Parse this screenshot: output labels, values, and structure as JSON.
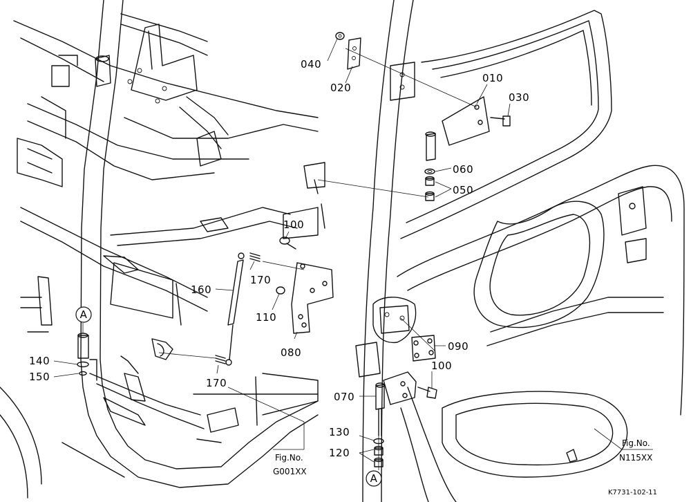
{
  "parts": [
    {
      "id": "p010",
      "label": "010"
    },
    {
      "id": "p020",
      "label": "020"
    },
    {
      "id": "p030",
      "label": "030"
    },
    {
      "id": "p040",
      "label": "040"
    },
    {
      "id": "p050",
      "label": "050"
    },
    {
      "id": "p060",
      "label": "060"
    },
    {
      "id": "p070",
      "label": "070"
    },
    {
      "id": "p080",
      "label": "080"
    },
    {
      "id": "p090",
      "label": "090"
    },
    {
      "id": "p100a",
      "label": "100"
    },
    {
      "id": "p100b",
      "label": "100"
    },
    {
      "id": "p110",
      "label": "110"
    },
    {
      "id": "p120",
      "label": "120"
    },
    {
      "id": "p130",
      "label": "130"
    },
    {
      "id": "p140",
      "label": "140"
    },
    {
      "id": "p150",
      "label": "150"
    },
    {
      "id": "p160",
      "label": "160"
    },
    {
      "id": "p170a",
      "label": "170"
    },
    {
      "id": "p170b",
      "label": "170"
    }
  ],
  "reference_markers": {
    "left": "A",
    "bottom": "A"
  },
  "figure_refs": [
    {
      "id": "fig-left",
      "line1": "Fig.No.",
      "line2": "G001XX"
    },
    {
      "id": "fig-right",
      "line1": "Fig.No.",
      "line2": "N115XX"
    }
  ],
  "drawing_code": "K7731-102-11"
}
